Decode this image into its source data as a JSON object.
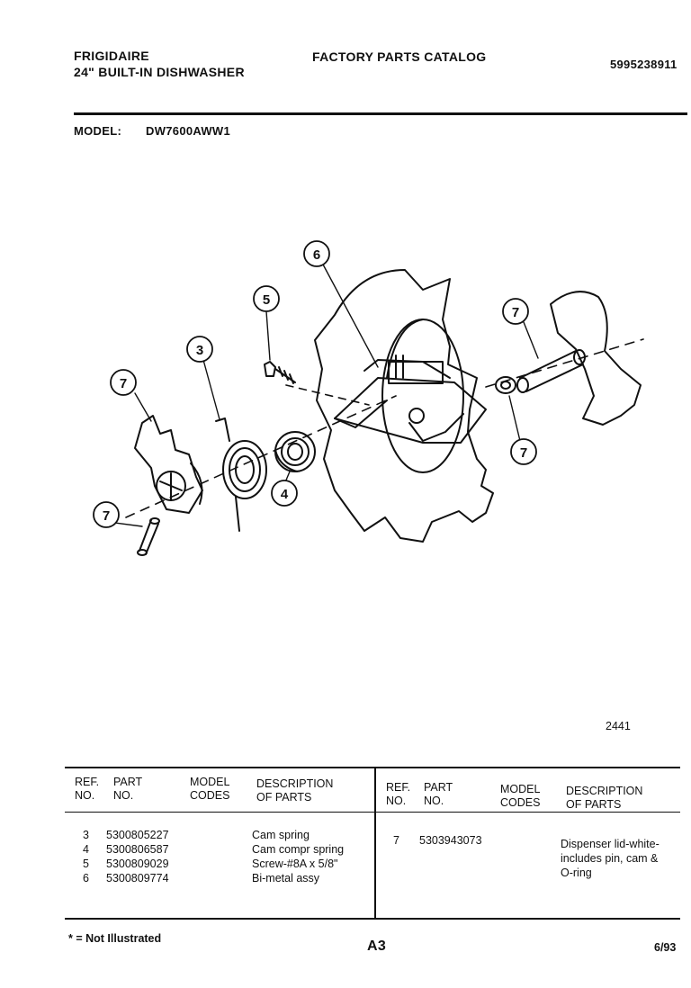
{
  "header": {
    "brand": "FRIGIDAIRE",
    "product": "24\" BUILT-IN DISHWASHER",
    "catalog_title": "FACTORY PARTS CATALOG",
    "catalog_number": "5995238911",
    "model_label": "MODEL:",
    "model_value": "DW7600AWW1"
  },
  "diagram": {
    "callouts": [
      "6",
      "5",
      "3",
      "7",
      "7",
      "7",
      "7",
      "4"
    ],
    "figure_number": "2441"
  },
  "parts_table": {
    "headers": {
      "ref": [
        "REF.",
        "NO."
      ],
      "part": [
        "PART",
        "NO."
      ],
      "model": [
        "MODEL",
        "CODES"
      ],
      "desc": [
        "DESCRIPTION",
        "OF PARTS"
      ]
    },
    "left_rows": [
      {
        "ref": "3",
        "part": "5300805227",
        "desc": "Cam spring"
      },
      {
        "ref": "4",
        "part": "5300806587",
        "desc": "Cam compr spring"
      },
      {
        "ref": "5",
        "part": "5300809029",
        "desc": "Screw-#8A x 5/8\""
      },
      {
        "ref": "6",
        "part": "5300809774",
        "desc": "Bi-metal assy"
      }
    ],
    "right_rows": [
      {
        "ref": "7",
        "part": "5303943073",
        "desc_lines": [
          "Dispenser lid-white-",
          "includes pin, cam &",
          "O-ring"
        ]
      }
    ]
  },
  "footer": {
    "note": "* = Not Illustrated",
    "page": "A3",
    "date": "6/93"
  }
}
